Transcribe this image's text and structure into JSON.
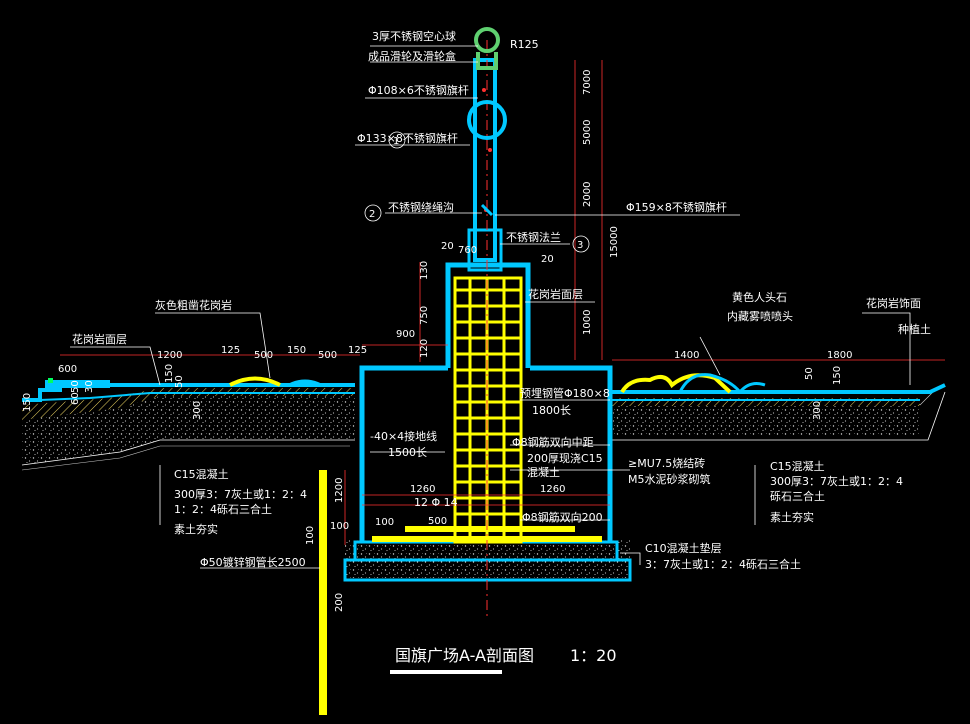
{
  "title": "国旗广场A-A剖面图",
  "scale": "1：20",
  "colors": {
    "background": "#000000",
    "structure": "#00c8ff",
    "rebar": "#ffff00",
    "dimension": "#ff3030",
    "text": "#ffffff",
    "accent": "#00ff60"
  },
  "labels": {
    "ball": "3厚不锈钢空心球",
    "pulley": "成品滑轮及滑轮盒",
    "r125": "R125",
    "pole108": "Φ108×6不锈钢旗杆",
    "pole133": "Φ133×8不锈钢旗杆",
    "pole159": "Φ159×8不锈钢旗杆",
    "hook": "不锈钢绕绳沟",
    "flange": "不锈钢法兰",
    "marker1": "1",
    "marker2": "2",
    "marker3": "3",
    "granite_surface_top": "花岗岩面层",
    "grey_granite": "灰色粗凿花岗岩",
    "granite_left": "花岗岩面层",
    "yellow_stone": "黄色人头石",
    "mist_nozzle": "内藏雾喷喷头",
    "granite_finish": "花岗岩饰面",
    "planting_soil": "种植土",
    "embedded_pipe": "预埋钢管Φ180×8",
    "embedded_len": "1800长",
    "ground_wire": "-40×4接地线",
    "ground_len": "1500长",
    "rebar_both": "Φ8钢筋双向中距",
    "concrete200": "200厚现浇C15",
    "concrete_mix": "混凝土",
    "brick": "≥MU7.5烧结砖",
    "mortar": "M5水泥砂浆砌筑",
    "c15_left": "C15混凝土",
    "lime_left1": "300厚3：7灰土或1：2：4",
    "lime_left2": "1：2：4砾石三合土",
    "soil_left": "素土夯实",
    "c15_right": "C15混凝土",
    "lime_right1": "300厚3：7灰土或1：2：4",
    "lime_right2": "砾石三合土",
    "soil_right": "素土夯实",
    "rebar200": "Φ8钢筋双向200",
    "c10": "C10混凝土垫层",
    "base_lime": "3：7灰土或1：2：4砾石三合土",
    "galv_pipe": "Φ50镀锌钢管长2500",
    "rebar14": "12 Φ 14"
  },
  "dimensions": {
    "d7000": "7000",
    "d5000": "5000",
    "d2000": "2000",
    "d15000": "15000",
    "d1000": "1000",
    "d20a": "20",
    "d760": "760",
    "d20b": "20",
    "d130": "130",
    "d750": "750",
    "d120": "120",
    "d900": "900",
    "d1200a": "1200",
    "d125a": "125",
    "d500a": "500",
    "d150a": "150",
    "d500b": "500",
    "d125b": "125",
    "d600": "600",
    "d50a": "50",
    "d30": "30",
    "d150b": "150",
    "d150c": "150",
    "d300a": "300",
    "d1400": "1400",
    "d1800": "1800",
    "d50b": "50",
    "d150d": "150",
    "d300b": "300",
    "d1200b": "1200",
    "d1260a": "1260",
    "d1260b": "1260",
    "d100a": "100",
    "d100b": "100",
    "d500c": "500",
    "d100c": "100",
    "d200": "200",
    "d50c": "50",
    "d60": "60"
  }
}
